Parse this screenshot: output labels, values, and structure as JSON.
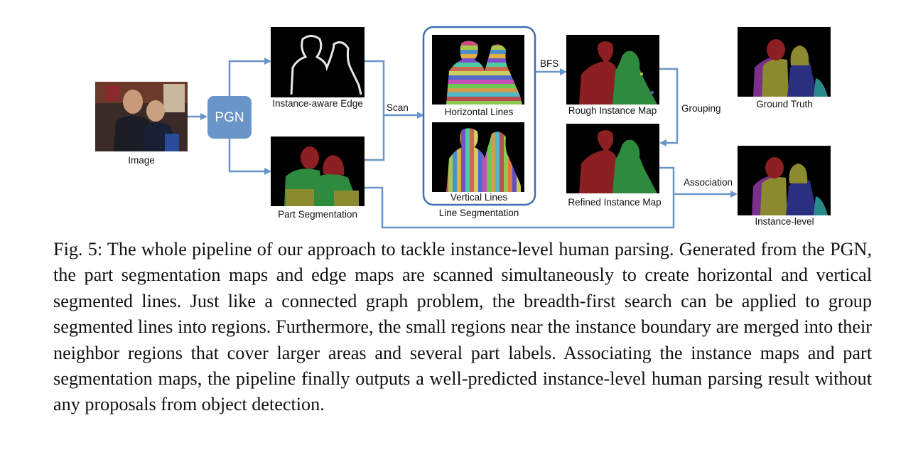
{
  "diagram": {
    "labels": {
      "image": "Image",
      "pgn": "PGN",
      "instance_edge": "Instance-aware Edge",
      "part_seg": "Part Segmentation",
      "scan": "Scan",
      "horizontal": "Horizontal Lines",
      "vertical": "Vertical Lines",
      "line_seg": "Line Segmentation",
      "bfs": "BFS",
      "rough": "Rough Instance Map",
      "grouping": "Grouping",
      "refined": "Refined Instance Map",
      "association": "Association",
      "ground_truth": "Ground Truth",
      "instance_level": "Instance-level"
    },
    "colors": {
      "arrow": "#6a95c9",
      "pgn_fill": "#6a95c9",
      "box_border": "#3e6fb0",
      "map_bg": "#0a0a0a",
      "head": "#8c1f22",
      "body_green": "#2e8a3c",
      "olive": "#8c8a30",
      "purple": "#7a2f8c",
      "navy": "#2a2f80",
      "teal": "#2a8a8a"
    }
  },
  "caption": {
    "label": "Fig. 5:",
    "text": "The whole pipeline of our approach to tackle instance-level human parsing. Generated from the PGN, the part segmentation maps and edge maps are scanned simultaneously to create horizontal and vertical segmented lines. Just like a connected graph problem, the breadth-first search can be applied to group segmented lines into regions. Furthermore, the small regions near the instance boundary are merged into their neighbor regions that cover larger areas and several part labels. Associating the instance maps and part segmentation maps, the pipeline finally outputs a well-predicted instance-level human parsing result without any proposals from object detection."
  }
}
